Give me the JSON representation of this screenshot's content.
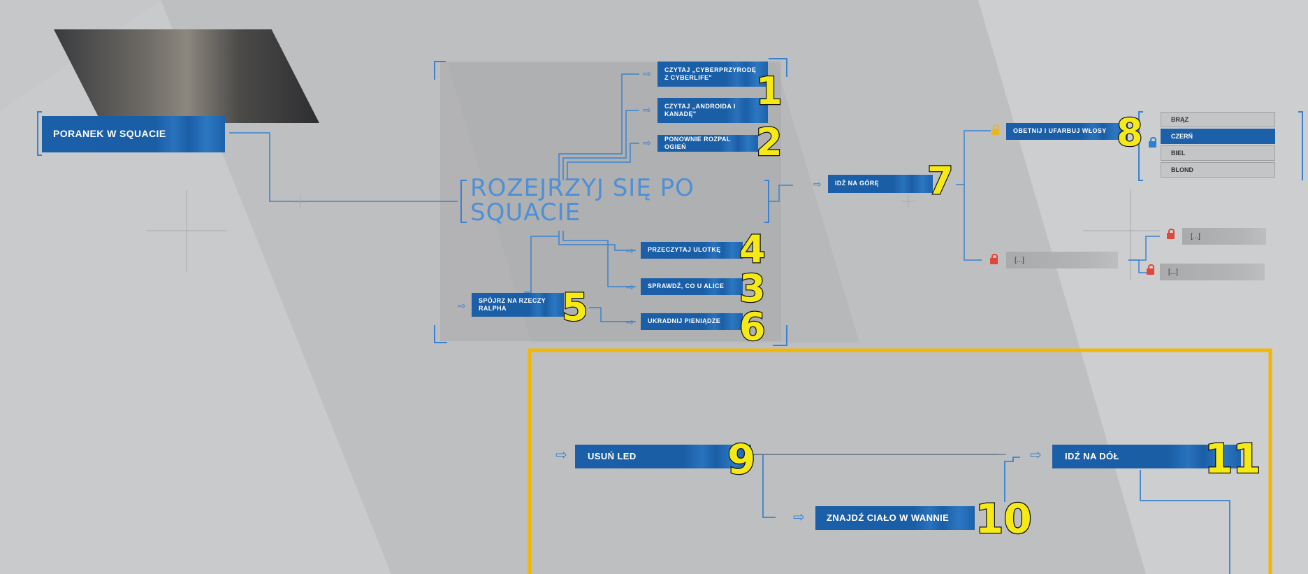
{
  "chapter": {
    "title": "PORANEK W SQUACIE"
  },
  "hub": {
    "title_line1": "ROZEJRZYJ SIĘ PO",
    "title_line2": "SQUACIE"
  },
  "nodes": {
    "read_cyber": {
      "line1": "CZYTAJ „CYBERPRZYRODĘ",
      "line2": "Z CYBERLIFE\""
    },
    "read_android": {
      "line1": "CZYTAJ „ANDROIDA I",
      "line2": "KANADĘ\""
    },
    "rekindle": {
      "label": "PONOWNIE ROZPAL OGIEŃ"
    },
    "flyer": {
      "label": "PRZECZYTAJ ULOTKĘ"
    },
    "alice": {
      "label": "SPRAWDŹ, CO U ALICE"
    },
    "ralph": {
      "line1": "SPÓJRZ NA RZECZY",
      "line2": "RALPHA"
    },
    "steal": {
      "label": "UKRADNIJ PIENIĄDZE"
    },
    "upstairs": {
      "label": "IDŹ NA GÓRĘ"
    },
    "haircut": {
      "label": "OBETNIJ I UFARBUJ WŁOSY"
    },
    "remove_led": {
      "label": "USUŃ LED"
    },
    "body": {
      "label": "ZNAJDŹ CIAŁO W WANNIE"
    },
    "downstairs": {
      "label": "IDŹ NA DÓŁ"
    }
  },
  "hair_colors": [
    "BRĄZ",
    "CZERŃ",
    "BIEL",
    "BLOND"
  ],
  "hair_selected": "CZERŃ",
  "locked_label": "[...]",
  "markers": [
    "1",
    "2",
    "3",
    "4",
    "5",
    "6",
    "7",
    "8",
    "9",
    "10",
    "11"
  ],
  "icons": {
    "arrow": "arrow-right-icon",
    "lock": "lock-icon"
  },
  "colors": {
    "node_blue": "#1b5fa8",
    "connector": "#3a82cf",
    "highlight_frame": "#f2b705",
    "marker_yellow": "#f6ea16",
    "lock_red": "#e0463a"
  }
}
